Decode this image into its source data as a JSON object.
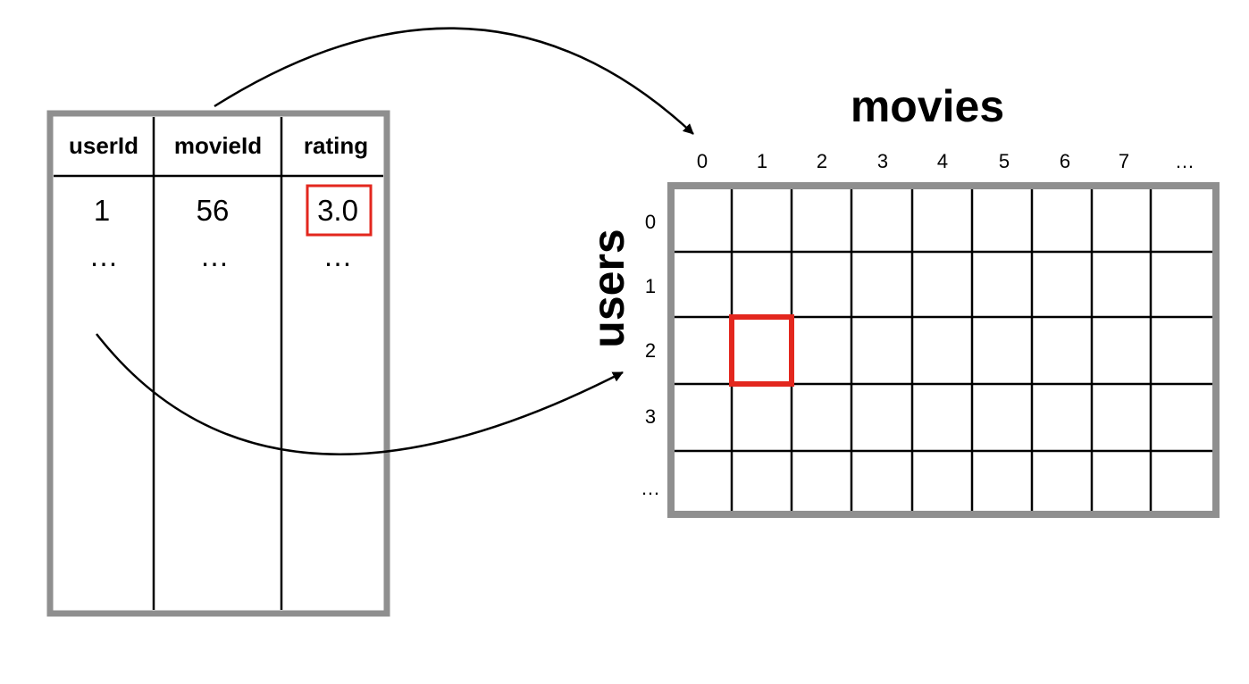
{
  "table": {
    "columns": [
      "userId",
      "movieId",
      "rating"
    ],
    "row": [
      "1",
      "56",
      "3.0"
    ],
    "ellipsis": "…"
  },
  "matrix": {
    "title": "movies",
    "side_label": "users",
    "col_labels": [
      "0",
      "1",
      "2",
      "3",
      "4",
      "5",
      "6",
      "7",
      "…"
    ],
    "row_labels": [
      "0",
      "1",
      "2",
      "3",
      "…"
    ],
    "highlight": {
      "row": 2,
      "col": 1
    }
  },
  "colors": {
    "frame": "#8f8f8f",
    "highlight": "#e3271e",
    "line": "#000000"
  }
}
